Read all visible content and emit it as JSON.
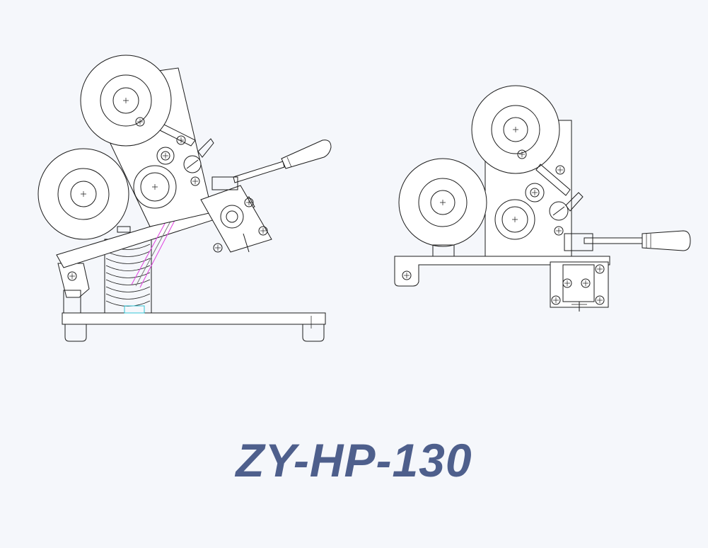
{
  "model_label": "ZY-HP-130",
  "colors": {
    "background": "#f5f7fb",
    "label": "#4e5f8c",
    "line": "#1c1c1c",
    "accent_magenta": "#e040e0",
    "accent_cyan": "#33c6d6",
    "accent_yellow": "#eef08a"
  },
  "views": [
    {
      "name": "side-view-tilted"
    },
    {
      "name": "side-view-level"
    }
  ]
}
